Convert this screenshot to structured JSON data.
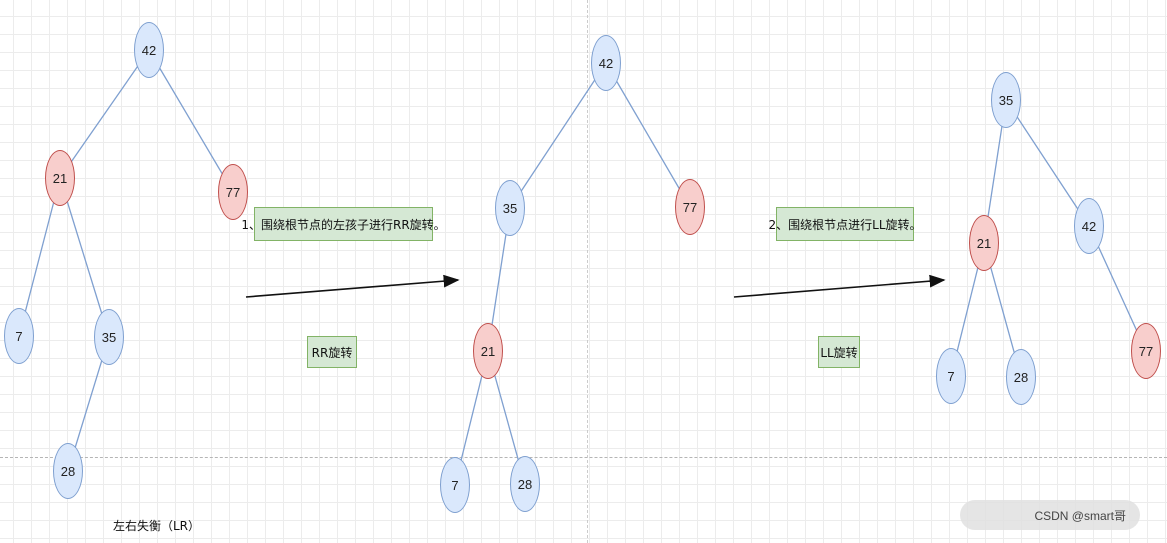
{
  "colors": {
    "blue_fill": "#dae8fc",
    "red_fill": "#f8cecc",
    "label_fill": "#d5e8d4",
    "edge": "#7fa0d0"
  },
  "trees": [
    {
      "name": "tree-before",
      "nodes": [
        {
          "id": "42",
          "color": "blue"
        },
        {
          "id": "21",
          "color": "red"
        },
        {
          "id": "77",
          "color": "red"
        },
        {
          "id": "7",
          "color": "blue"
        },
        {
          "id": "35",
          "color": "blue"
        },
        {
          "id": "28",
          "color": "blue"
        }
      ],
      "edges": [
        [
          "42",
          "21"
        ],
        [
          "42",
          "77"
        ],
        [
          "21",
          "7"
        ],
        [
          "21",
          "35"
        ],
        [
          "35",
          "28"
        ]
      ]
    },
    {
      "name": "tree-after-rr",
      "nodes": [
        {
          "id": "42",
          "color": "blue"
        },
        {
          "id": "35",
          "color": "blue"
        },
        {
          "id": "77",
          "color": "red"
        },
        {
          "id": "21",
          "color": "red"
        },
        {
          "id": "7",
          "color": "blue"
        },
        {
          "id": "28",
          "color": "blue"
        }
      ],
      "edges": [
        [
          "42",
          "35"
        ],
        [
          "42",
          "77"
        ],
        [
          "35",
          "21"
        ],
        [
          "21",
          "7"
        ],
        [
          "21",
          "28"
        ]
      ]
    },
    {
      "name": "tree-after-ll",
      "nodes": [
        {
          "id": "35",
          "color": "blue"
        },
        {
          "id": "21",
          "color": "red"
        },
        {
          "id": "42",
          "color": "blue"
        },
        {
          "id": "7",
          "color": "blue"
        },
        {
          "id": "28",
          "color": "blue"
        },
        {
          "id": "77",
          "color": "red"
        }
      ],
      "edges": [
        [
          "35",
          "21"
        ],
        [
          "35",
          "42"
        ],
        [
          "21",
          "7"
        ],
        [
          "21",
          "28"
        ],
        [
          "42",
          "77"
        ]
      ]
    }
  ],
  "labels": {
    "step1": "1、围绕根节点的左孩子进行RR旋转。",
    "rr": "RR旋转",
    "step2": "2、围绕根节点进行LL旋转。",
    "ll": "LL旋转"
  },
  "caption": "左右失衡（LR）",
  "watermark": "CSDN @smart哥"
}
